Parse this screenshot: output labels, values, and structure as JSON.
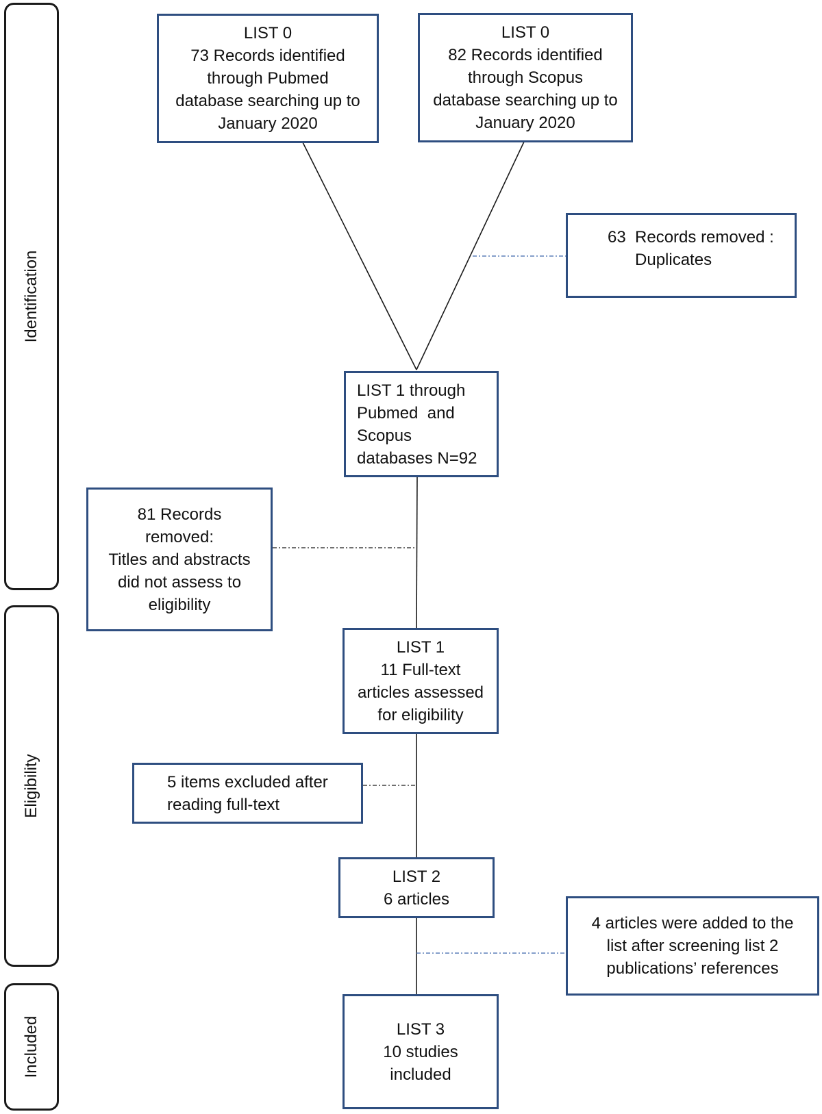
{
  "phases": {
    "identification": "Identification",
    "eligibility": "Eligibility",
    "included": "Included"
  },
  "boxes": {
    "pubmed": [
      "LIST 0",
      "73 Records identified",
      "through Pubmed",
      "database searching up to",
      "January 2020"
    ],
    "scopus": [
      "LIST 0",
      "82 Records identified",
      "through Scopus",
      "database searching up to",
      "January 2020"
    ],
    "duplicates": [
      "63  Records removed :",
      "      Duplicates"
    ],
    "list1_merged": [
      "LIST 1 through",
      "Pubmed  and",
      "Scopus",
      "databases N=92"
    ],
    "removed_titles": [
      "81 Records",
      "removed:",
      "Titles and abstracts",
      "did not assess to",
      "eligibility"
    ],
    "list1_fulltext": [
      "LIST 1",
      "11 Full-text",
      "articles assessed",
      "for eligibility"
    ],
    "excluded_fulltext": [
      "5 items excluded after",
      "reading full-text"
    ],
    "list2": [
      "LIST 2",
      "6 articles"
    ],
    "added_references": [
      "4 articles were added to the",
      "list after screening list 2",
      "publications’ references"
    ],
    "list3": [
      "LIST 3",
      "10 studies",
      "included"
    ]
  },
  "colors": {
    "box_border": "#2e4e80",
    "phase_border": "#1a1a1a",
    "connector": "#1a1a1a",
    "dashed_connector": "#5b7fb8"
  }
}
